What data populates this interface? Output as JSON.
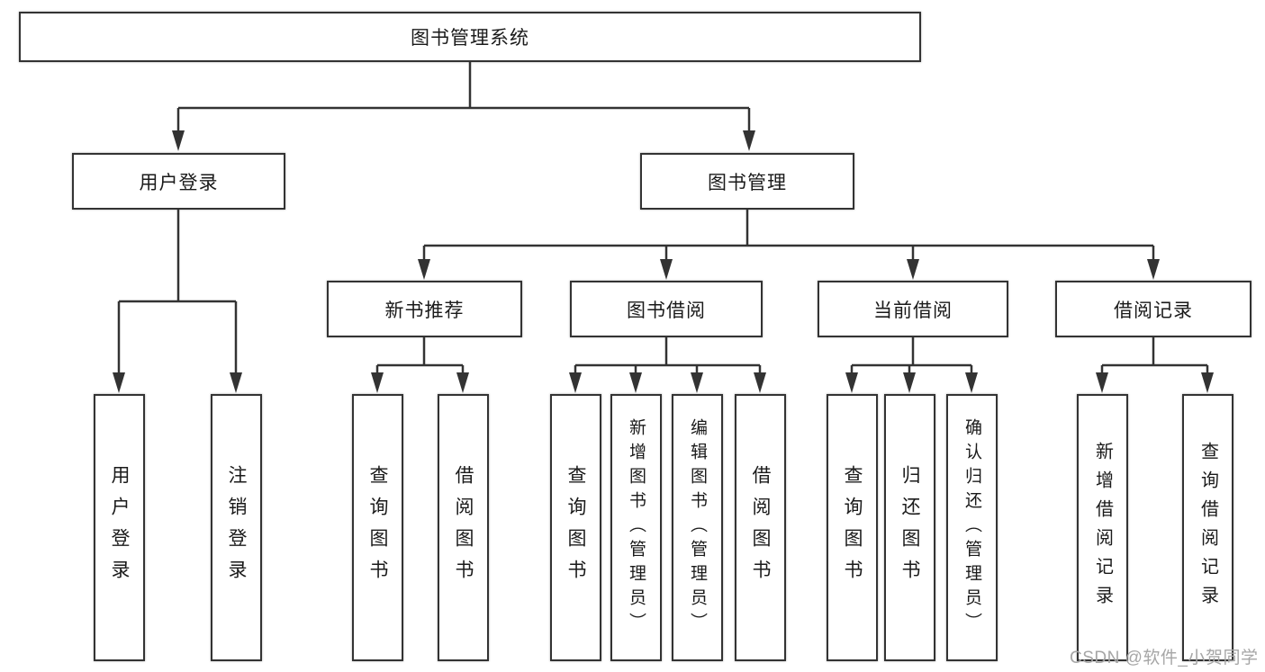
{
  "diagram": {
    "root": {
      "label": "图书管理系统"
    },
    "branches": [
      {
        "label": "用户登录",
        "children": [
          {
            "label": "用户登录"
          },
          {
            "label": "注销登录"
          }
        ]
      },
      {
        "label": "图书管理",
        "children": [
          {
            "label": "新书推荐",
            "children": [
              {
                "label": "查询图书"
              },
              {
                "label": "借阅图书"
              }
            ]
          },
          {
            "label": "图书借阅",
            "children": [
              {
                "label": "查询图书"
              },
              {
                "label": "新增图书（管理员）"
              },
              {
                "label": "编辑图书（管理员）"
              },
              {
                "label": "借阅图书"
              }
            ]
          },
          {
            "label": "当前借阅",
            "children": [
              {
                "label": "查询图书"
              },
              {
                "label": "归还图书"
              },
              {
                "label": "确认归还（管理员）"
              }
            ]
          },
          {
            "label": "借阅记录",
            "children": [
              {
                "label": "新增借阅记录"
              },
              {
                "label": "查询借阅记录"
              }
            ]
          }
        ]
      }
    ]
  },
  "watermark": "CSDN @软件_小贺同学",
  "colors": {
    "line": "#333333",
    "text": "#1a1a1a",
    "watermark": "#a6a6a6",
    "background": "#ffffff"
  }
}
